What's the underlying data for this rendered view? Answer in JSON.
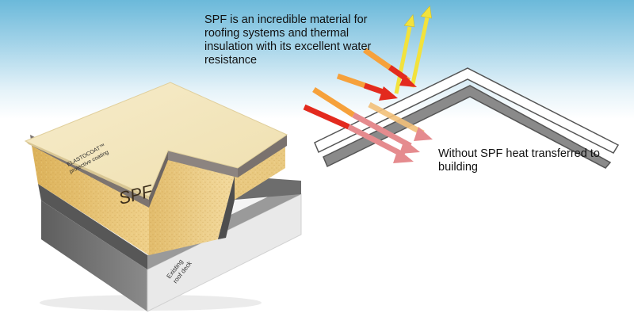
{
  "diagram": {
    "intro_text": "SPF is an incredible material for roofing systems and thermal insulation with its excellent water resistance",
    "without_spf_text": "Without SPF heat transferred to building",
    "layers": {
      "coating_label": "ELASTOCOAT™ protective coating",
      "spf_label": "SPF",
      "deck_label": "Existing roof deck"
    },
    "colors": {
      "sky_top": "#6bb9da",
      "coating_cream": "#f3e7bf",
      "coating_gray": "#8c8480",
      "spf_foam": "#e6c478",
      "deck_gray": "#6f6f6f",
      "arrow_red": "#e32a1e",
      "arrow_orange": "#f6a13b",
      "arrow_yellow": "#f2e23c",
      "arrow_pink": "#e58b8e"
    }
  }
}
